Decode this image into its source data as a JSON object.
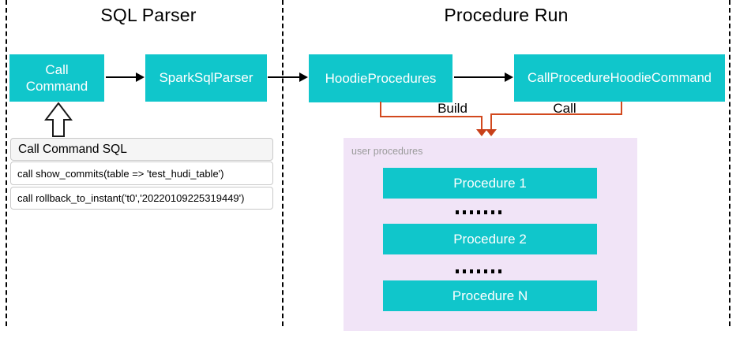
{
  "colors": {
    "teal": "#10C6CB",
    "purple-bg": "#F1E4F7",
    "orange": "#D2491E",
    "orange-head": "#C8401A",
    "header-bg": "#F5F5F5",
    "panel-border": "#C9C9C9",
    "muted-text": "#9B9B9B",
    "node-text": "#FFFFFF",
    "line": "#000000"
  },
  "sections": {
    "sql_parser": {
      "title": "SQL Parser"
    },
    "procedure_run": {
      "title": "Procedure Run"
    }
  },
  "nodes": {
    "call_command": {
      "label": "Call Command"
    },
    "spark_sql_parser": {
      "label": "SparkSqlParser"
    },
    "hoodie_procedures": {
      "label": "HoodieProcedures"
    },
    "call_procedure_hoodie_command": {
      "label": "CallProcedureHoodieCommand"
    }
  },
  "edges": {
    "build_label": "Build",
    "call_label": "Call"
  },
  "sql_panel": {
    "header": "Call Command SQL",
    "rows": [
      "call show_commits(table => 'test_hudi_table')",
      "call rollback_to_instant('t0','20220109225319449')"
    ]
  },
  "user_procedures": {
    "title": "user procedures",
    "items": [
      "Procedure 1",
      "Procedure 2",
      "Procedure N"
    ]
  }
}
